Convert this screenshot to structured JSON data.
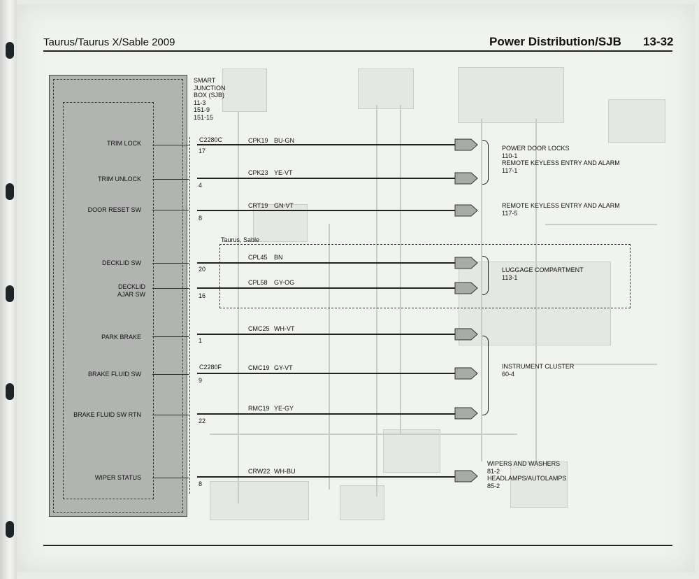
{
  "header": {
    "left_title": "Taurus/Taurus X/Sable 2009",
    "section_title": "Power Distribution/SJB",
    "page_number": "13-32"
  },
  "module": {
    "name_lines": [
      "SMART",
      "JUNCTION",
      "BOX (SJB)",
      "11-3",
      "151-9",
      "151-15"
    ]
  },
  "connectors": {
    "c1": "C2280C",
    "c2": "C2280F"
  },
  "option_label": "Taurus, Sable",
  "circuits": [
    {
      "pin_label": "TRIM LOCK",
      "pin": "17",
      "circuit": "CPK19",
      "color": "BU-GN"
    },
    {
      "pin_label": "TRIM UNLOCK",
      "pin": "4",
      "circuit": "CPK23",
      "color": "YE-VT"
    },
    {
      "pin_label": "DOOR RESET SW",
      "pin": "8",
      "circuit": "CRT19",
      "color": "GN-VT"
    },
    {
      "pin_label": "DECKLID SW",
      "pin": "20",
      "circuit": "CPL45",
      "color": "BN"
    },
    {
      "pin_label": "DECKLID AJAR SW",
      "pin": "16",
      "circuit": "CPL58",
      "color": "GY-OG"
    },
    {
      "pin_label": "PARK BRAKE",
      "pin": "1",
      "circuit": "CMC25",
      "color": "WH-VT"
    },
    {
      "pin_label": "BRAKE FLUID SW",
      "pin": "9",
      "circuit": "CMC19",
      "color": "GY-VT"
    },
    {
      "pin_label": "BRAKE FLUID SW RTN",
      "pin": "22",
      "circuit": "RMC19",
      "color": "YE-GY"
    },
    {
      "pin_label": "WIPER STATUS",
      "pin": "8",
      "circuit": "CRW22",
      "color": "WH-BU"
    }
  ],
  "destinations": [
    {
      "lines": [
        "POWER DOOR LOCKS",
        "110-1",
        "REMOTE KEYLESS ENTRY AND ALARM",
        "117-1"
      ]
    },
    {
      "lines": [
        "REMOTE KEYLESS ENTRY AND ALARM",
        "117-5"
      ]
    },
    {
      "lines": [
        "LUGGAGE COMPARTMENT",
        "113-1"
      ]
    },
    {
      "lines": [
        "INSTRUMENT CLUSTER",
        "60-4"
      ]
    },
    {
      "lines": [
        "WIPERS AND WASHERS",
        "81-2",
        "HEADLAMPS/AUTOLAMPS",
        "85-2"
      ]
    }
  ]
}
